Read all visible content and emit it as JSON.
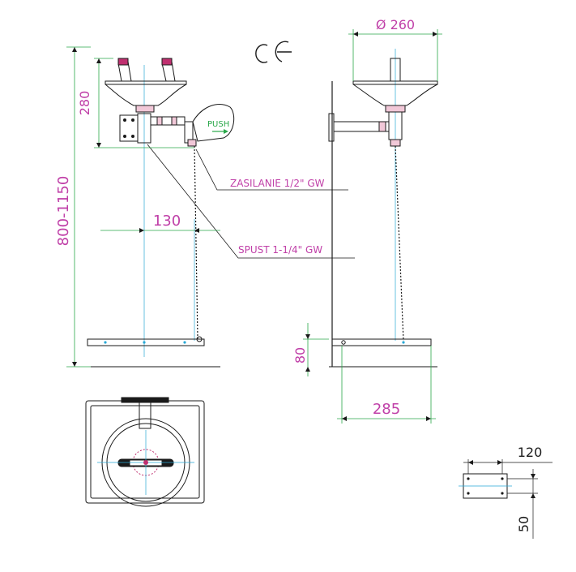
{
  "colors": {
    "dimension_text": "#c040a8",
    "dimension_line": "#2aa84a",
    "outline": "#1a1a1a",
    "center_line": "#29a9d6",
    "accent": "#c03070",
    "push_text": "#2aa84a"
  },
  "ce_mark": "CE",
  "dimensions": {
    "bowl_diameter": "Ø 260",
    "bowl_height": "280",
    "overall_height": "800-1150",
    "pedal_offset": "130",
    "base_depth": "285",
    "base_height": "80",
    "plate_width": "120",
    "plate_height": "50"
  },
  "labels": {
    "supply": "ZASILANIE 1/2\" GW",
    "drain": "SPUST 1-1/4\" GW",
    "push": "PUSH"
  }
}
